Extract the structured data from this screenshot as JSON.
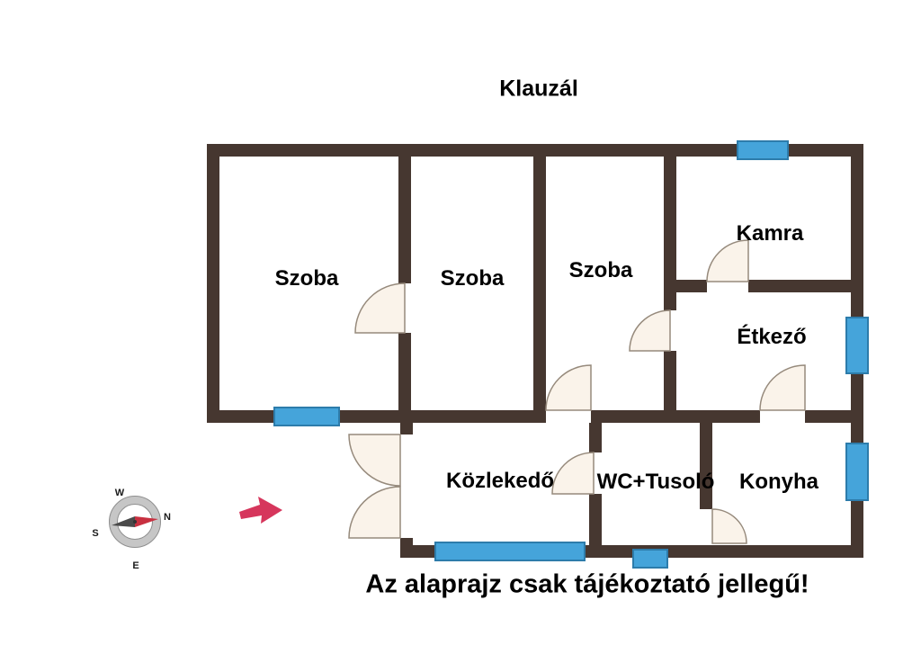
{
  "title": "Klauzál",
  "disclaimer": "Az alaprajz csak tájékoztató jellegű!",
  "rooms": [
    {
      "name": "szoba-1",
      "label": "Szoba"
    },
    {
      "name": "szoba-2",
      "label": "Szoba"
    },
    {
      "name": "szoba-3",
      "label": "Szoba"
    },
    {
      "name": "kamra",
      "label": "Kamra"
    },
    {
      "name": "etkezo",
      "label": "Étkező"
    },
    {
      "name": "kozlekedo",
      "label": "Közlekedő"
    },
    {
      "name": "wc-tusolo",
      "label": "WC+Tusoló"
    },
    {
      "name": "konyha",
      "label": "Konyha"
    }
  ],
  "compass": {
    "top": "W",
    "right": "N",
    "left": "S",
    "bottom": "E"
  },
  "colors": {
    "wall": "#463730",
    "window": "#45a4da",
    "window_border": "#2d7cab",
    "door": "#faf3ea",
    "door_stroke": "#968a7c",
    "arrow": "#d6365c",
    "needle_red": "#c83040",
    "needle_dark": "#4a4a4a"
  }
}
